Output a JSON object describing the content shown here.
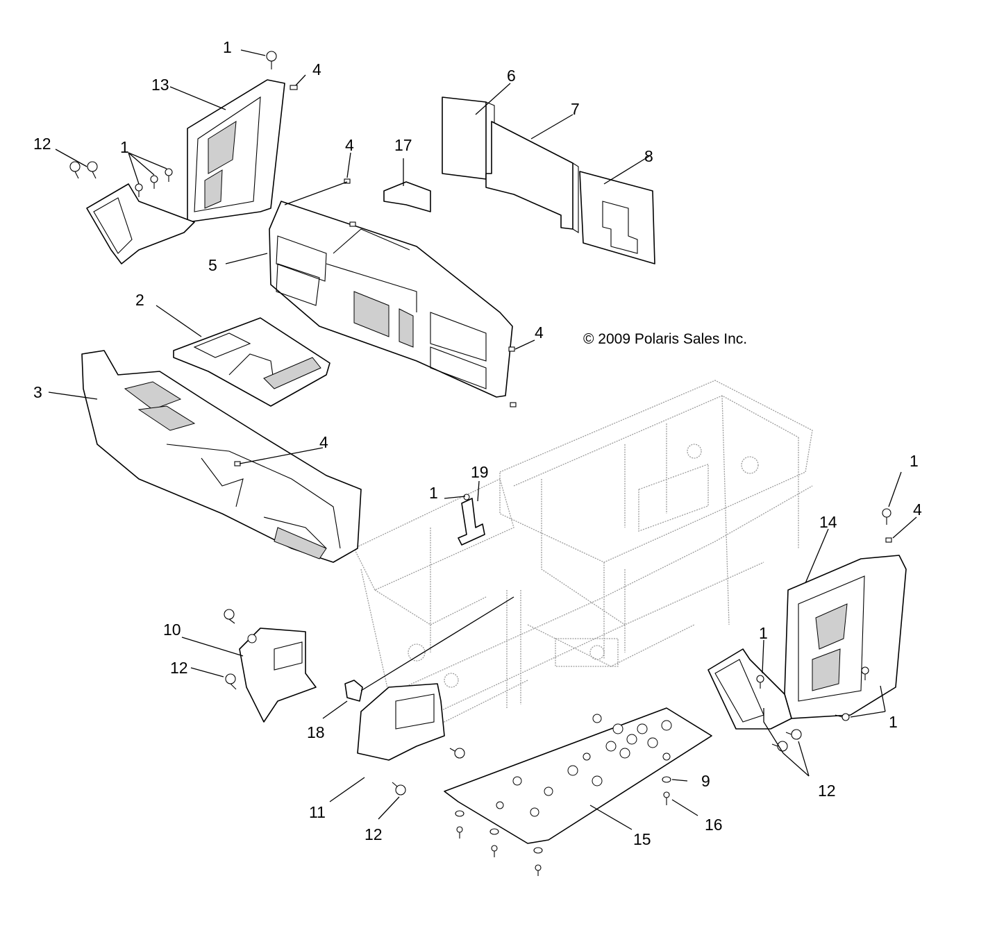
{
  "copyright": "© 2009 Polaris Sales Inc.",
  "callouts": [
    {
      "id": "c1a",
      "text": "1"
    },
    {
      "id": "c4a",
      "text": "4"
    },
    {
      "id": "c13",
      "text": "13"
    },
    {
      "id": "c12a",
      "text": "12"
    },
    {
      "id": "c1b",
      "text": "1"
    },
    {
      "id": "c6",
      "text": "6"
    },
    {
      "id": "c7",
      "text": "7"
    },
    {
      "id": "c8",
      "text": "8"
    },
    {
      "id": "c4b",
      "text": "4"
    },
    {
      "id": "c17",
      "text": "17"
    },
    {
      "id": "c5",
      "text": "5"
    },
    {
      "id": "c2",
      "text": "2"
    },
    {
      "id": "c4c",
      "text": "4"
    },
    {
      "id": "c3",
      "text": "3"
    },
    {
      "id": "c4d",
      "text": "4"
    },
    {
      "id": "c19",
      "text": "19"
    },
    {
      "id": "c1c",
      "text": "1"
    },
    {
      "id": "c1d",
      "text": "1"
    },
    {
      "id": "c4e",
      "text": "4"
    },
    {
      "id": "c14",
      "text": "14"
    },
    {
      "id": "c10",
      "text": "10"
    },
    {
      "id": "c1e",
      "text": "1"
    },
    {
      "id": "c12b",
      "text": "12"
    },
    {
      "id": "c1f",
      "text": "1"
    },
    {
      "id": "c18",
      "text": "18"
    },
    {
      "id": "c12c",
      "text": "12"
    },
    {
      "id": "c9",
      "text": "9"
    },
    {
      "id": "c11",
      "text": "11"
    },
    {
      "id": "c16",
      "text": "16"
    },
    {
      "id": "c15",
      "text": "15"
    },
    {
      "id": "c12d",
      "text": "12"
    }
  ]
}
